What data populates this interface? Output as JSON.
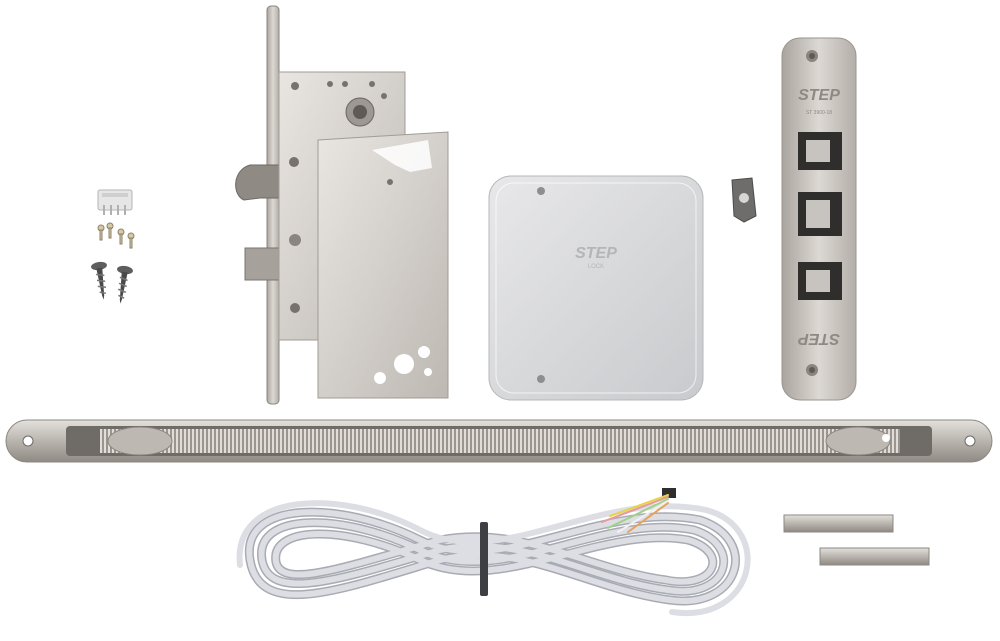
{
  "brand": {
    "name": "STEP",
    "sub": "LOCK",
    "strike_code": "ST 3900-18"
  },
  "colors": {
    "background": "#ffffff",
    "steel": "#c9c4bf",
    "steel_dark": "#8e8983",
    "box": "#dcdcde",
    "cable": "#d9dbe2"
  },
  "items": [
    {
      "name": "connector-terminal",
      "label": ""
    },
    {
      "name": "small-screws",
      "label": ""
    },
    {
      "name": "wood-screws",
      "label": ""
    },
    {
      "name": "mortise-lock",
      "label": ""
    },
    {
      "name": "control-box",
      "label": ""
    },
    {
      "name": "strike-plate",
      "label": ""
    },
    {
      "name": "small-bracket",
      "label": ""
    },
    {
      "name": "cable-transfer-spring",
      "label": ""
    },
    {
      "name": "wire-cable-coil",
      "label": ""
    },
    {
      "name": "steel-bars",
      "label": ""
    }
  ]
}
